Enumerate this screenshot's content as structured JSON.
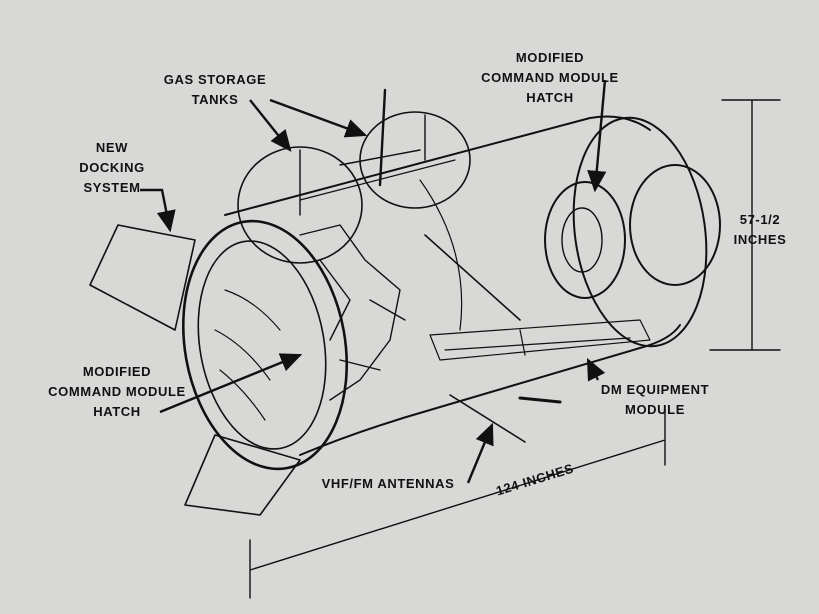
{
  "labels": {
    "gas_storage_tanks": [
      "GAS STORAGE",
      "TANKS"
    ],
    "modified_cm_hatch_top": [
      "MODIFIED",
      "COMMAND MODULE",
      "HATCH"
    ],
    "new_docking_system": [
      "NEW",
      "DOCKING",
      "SYSTEM"
    ],
    "height_dimension": [
      "57-1/2",
      "INCHES"
    ],
    "modified_cm_hatch_left": [
      "MODIFIED",
      "COMMAND MODULE",
      "HATCH"
    ],
    "dm_equipment_module": [
      "DM EQUIPMENT",
      "MODULE"
    ],
    "vhf_fm_antennas": "VHF/FM ANTENNAS",
    "length_dimension": "124 INCHES"
  },
  "colors": {
    "background": "#d8d8d6",
    "ink": "#111111"
  }
}
